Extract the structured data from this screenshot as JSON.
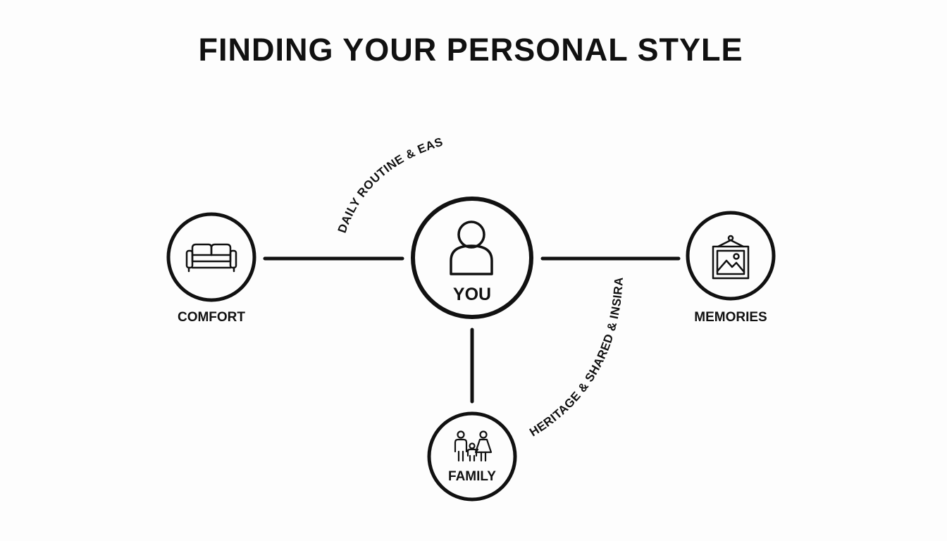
{
  "title": "FINDING YOUR PERSONAL STYLE",
  "center": {
    "label": "YOU",
    "icon": "person-icon"
  },
  "nodes": [
    {
      "id": "comfort",
      "label": "COMFORT",
      "icon": "sofa-icon"
    },
    {
      "id": "memories",
      "label": "MEMORIES",
      "icon": "framed-picture-icon"
    },
    {
      "id": "family",
      "label": "FAMILY",
      "icon": "family-icon"
    }
  ],
  "connection_labels": {
    "comfort": "DAILY ROUTINE & EASE",
    "family": "HERITAGE & SHARED & INSIRATION"
  },
  "colors": {
    "stroke": "#111111",
    "background": "#fdfdfd"
  }
}
